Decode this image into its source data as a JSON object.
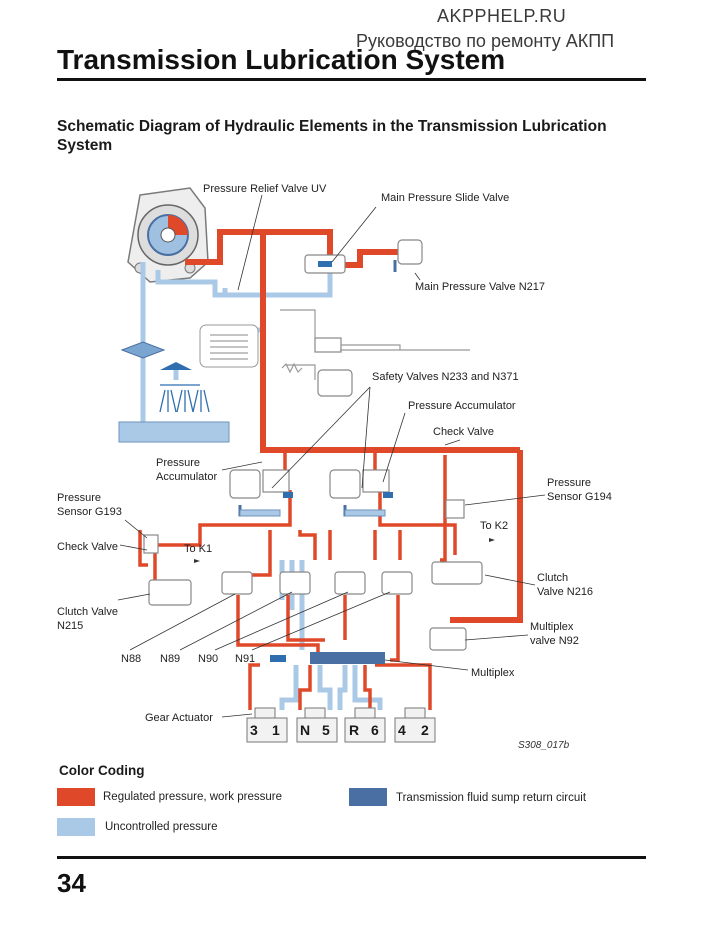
{
  "watermark": {
    "site": "AKPPHELP.RU",
    "tagline": "Руководство по ремонту АКПП"
  },
  "header": {
    "title": "Transmission Lubrication System"
  },
  "figure": {
    "heading": "Schematic Diagram of Hydraulic Elements in the Transmission Lubrication System",
    "code": "S308_017b",
    "labels": {
      "pressure_relief_valve": "Pressure Relief Valve UV",
      "main_pressure_slide_valve": "Main Pressure Slide Valve",
      "main_pressure_valve": "Main Pressure Valve N217",
      "safety_valves": "Safety Valves N233 and N371",
      "pressure_accumulator_right": "Pressure Accumulator",
      "check_valve_right": "Check Valve",
      "pressure_accumulator_left_1": "Pressure",
      "pressure_accumulator_left_2": "Accumulator",
      "pressure_sensor_g193_1": "Pressure",
      "pressure_sensor_g193_2": "Sensor G193",
      "pressure_sensor_g194_1": "Pressure",
      "pressure_sensor_g194_2": "Sensor G194",
      "check_valve_left": "Check Valve",
      "to_k1": "To K1",
      "to_k2": "To K2",
      "clutch_valve_n215_1": "Clutch Valve",
      "clutch_valve_n215_2": "N215",
      "clutch_valve_n216_1": "Clutch",
      "clutch_valve_n216_2": "Valve N216",
      "multiplex_valve_1": "Multiplex",
      "multiplex_valve_2": "valve N92",
      "n88": "N88",
      "n89": "N89",
      "n90": "N90",
      "n91": "N91",
      "multiplex": "Multiplex",
      "gear_actuator": "Gear Actuator",
      "gears": [
        "3",
        "1",
        "N",
        "5",
        "R",
        "6",
        "4",
        "2"
      ]
    }
  },
  "color_coding": {
    "title": "Color  Coding",
    "items": [
      {
        "label": "Regulated pressure, work pressure",
        "color": "#e0482a"
      },
      {
        "label": "Transmission fluid sump return circuit",
        "color": "#4a6fa3"
      },
      {
        "label": "Uncontrolled pressure",
        "color": "#a9c9e6"
      }
    ]
  },
  "footer": {
    "page_number": "34"
  }
}
